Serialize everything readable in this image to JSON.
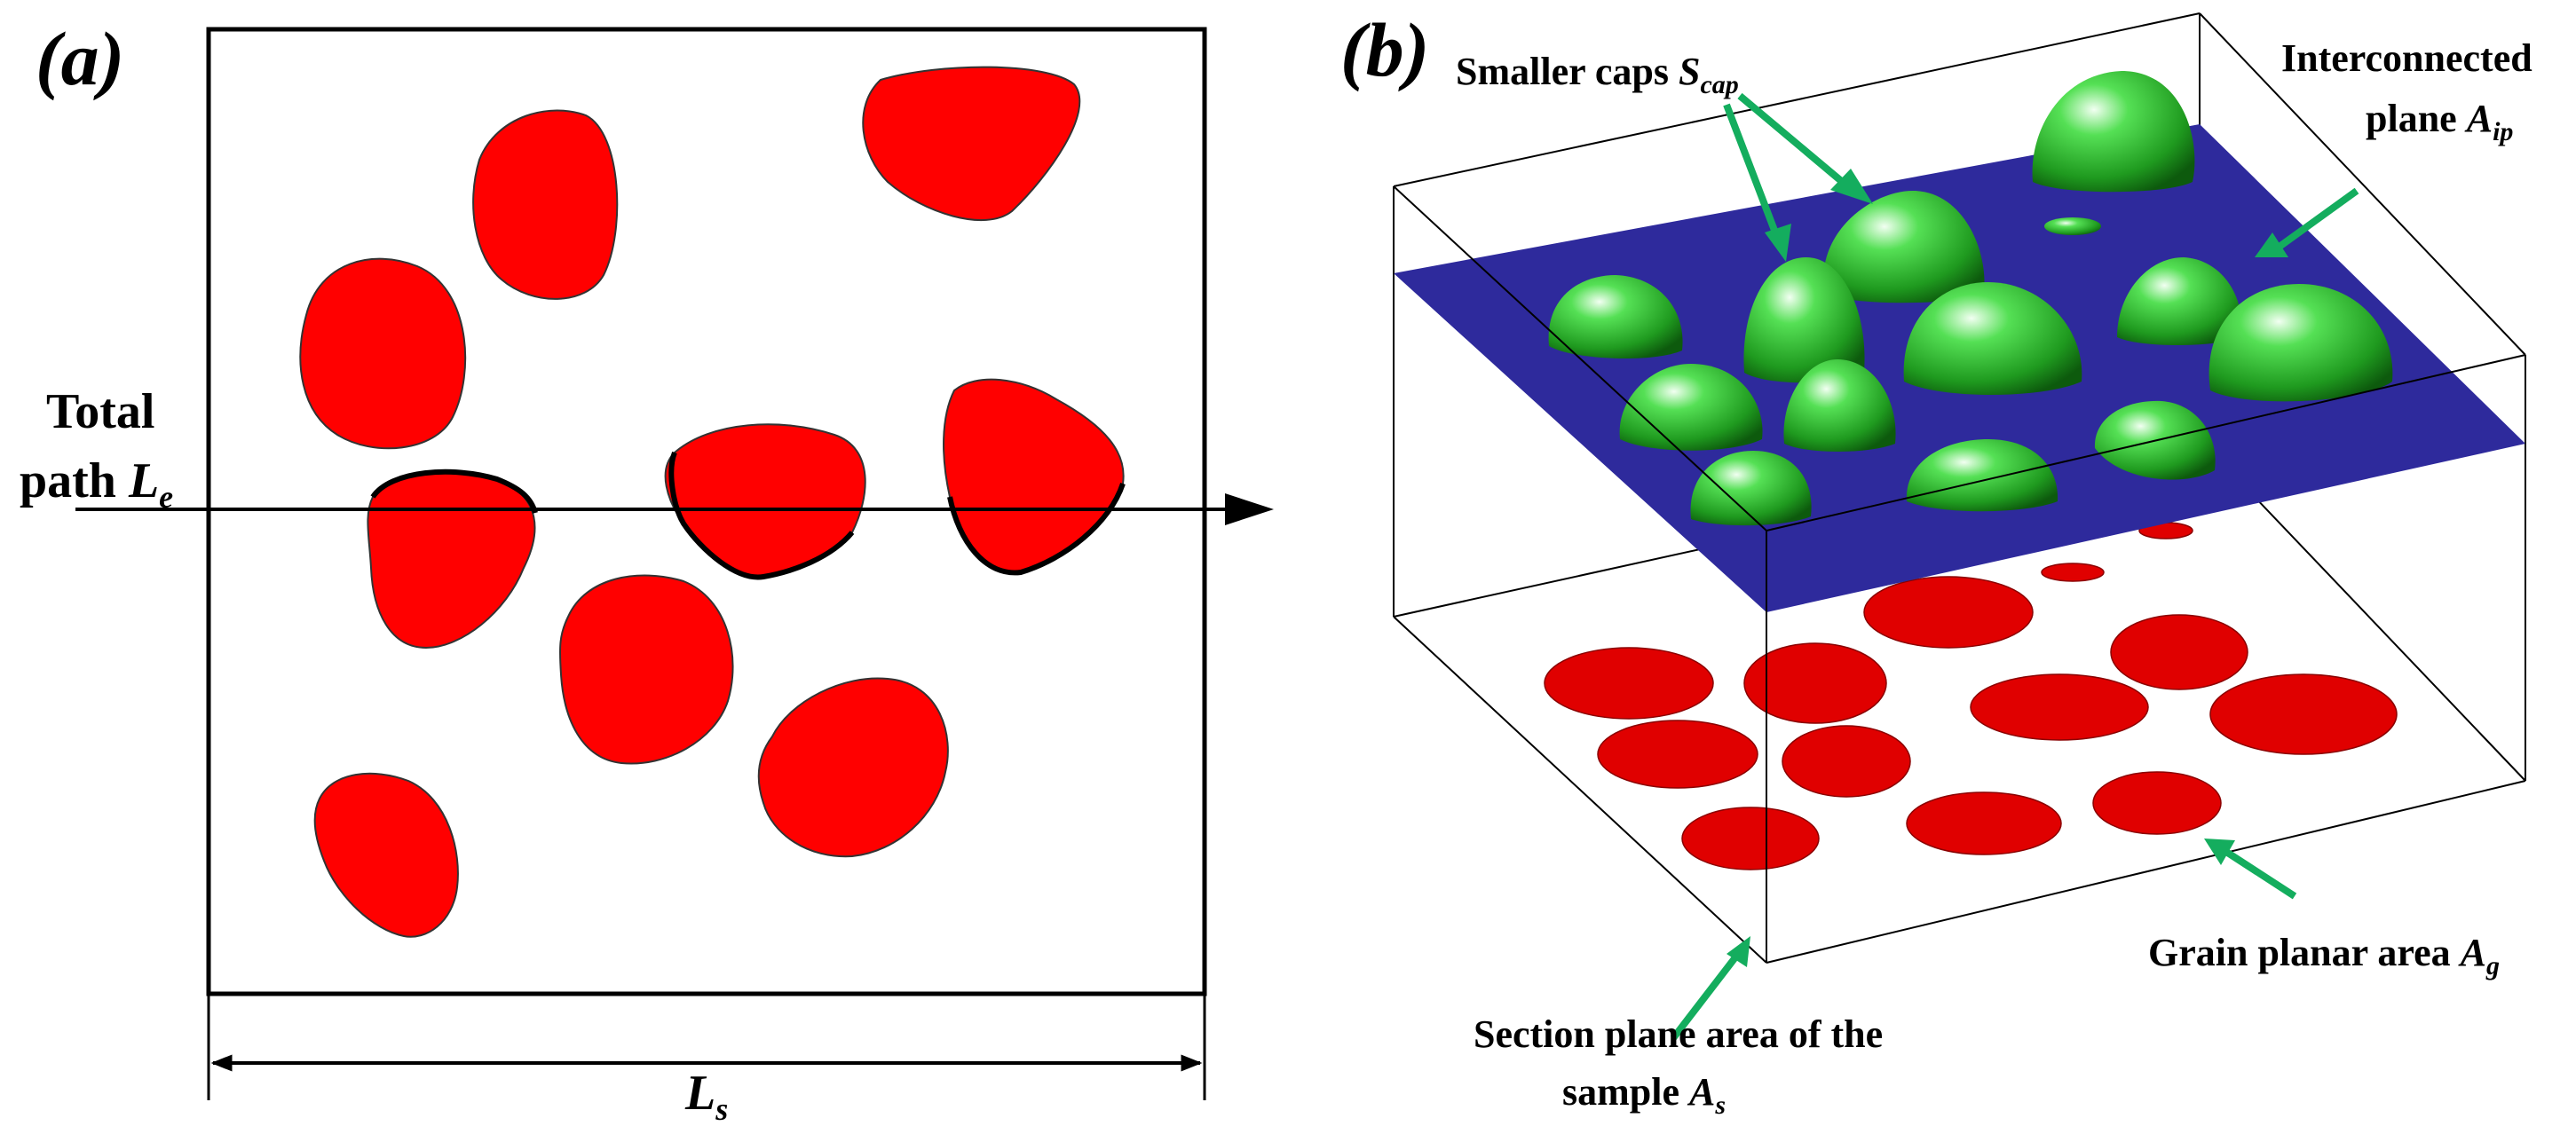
{
  "colors": {
    "grain": "#ff0000",
    "cap": "#22b022",
    "plane": "#2e2a9c",
    "arrow": "#14ad5e",
    "line": "#000000"
  },
  "panel_a": {
    "label": "(a)",
    "total_path": {
      "line1": "Total",
      "line2_prefix": "path ",
      "symbol": "L",
      "subscript": "e"
    },
    "sample_length": {
      "symbol": "L",
      "subscript": "s"
    }
  },
  "panel_b": {
    "label": "(b)",
    "smaller_caps": {
      "prefix": "Smaller caps ",
      "symbol": "S",
      "subscript": "cap"
    },
    "interconnected": {
      "line1": "Interconnected",
      "line2_prefix": "plane ",
      "symbol": "A",
      "subscript": "ip"
    },
    "grain_area": {
      "prefix": "Grain planar area ",
      "symbol": "A",
      "subscript": "g"
    },
    "section_area": {
      "line1": "Section plane area of the",
      "line2_prefix": "sample ",
      "symbol": "A",
      "subscript": "s"
    }
  }
}
